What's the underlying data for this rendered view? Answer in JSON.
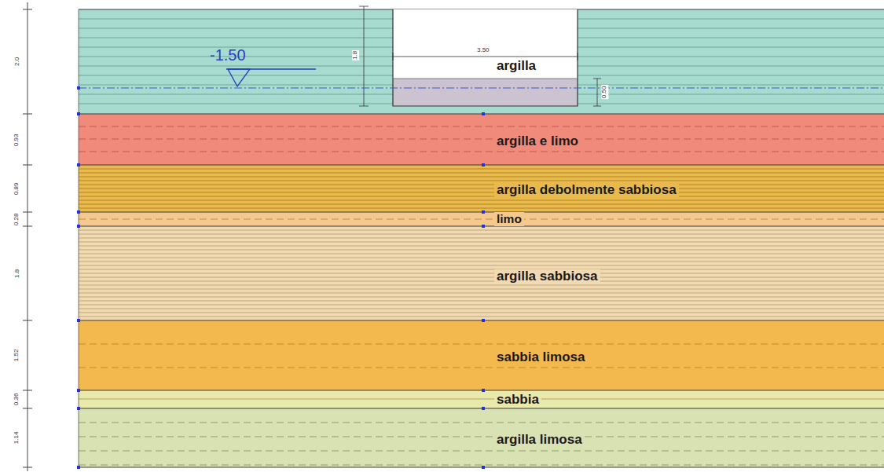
{
  "diagram": {
    "nodes": [
      {
        "text": [
          "argilla"
        ]
      },
      {
        "text": [
          "argilla e limo"
        ]
      },
      {
        "text": [
          "argilla debolmente sabbiosa"
        ]
      },
      {
        "text": [
          "limo"
        ]
      },
      {
        "text": [
          "argilla sabbiosa"
        ]
      },
      {
        "text": [
          "sabbia limosa"
        ]
      },
      {
        "text": [
          "sabbia"
        ]
      },
      {
        "text": [
          "argilla limosa"
        ]
      }
    ],
    "labels": [
      "-1.50",
      "1.8",
      "3.50",
      "0.50",
      "2.0",
      "0.93",
      "0.89",
      "0.28",
      "1.8",
      "1.52",
      "0.36",
      "1.14"
    ]
  }
}
